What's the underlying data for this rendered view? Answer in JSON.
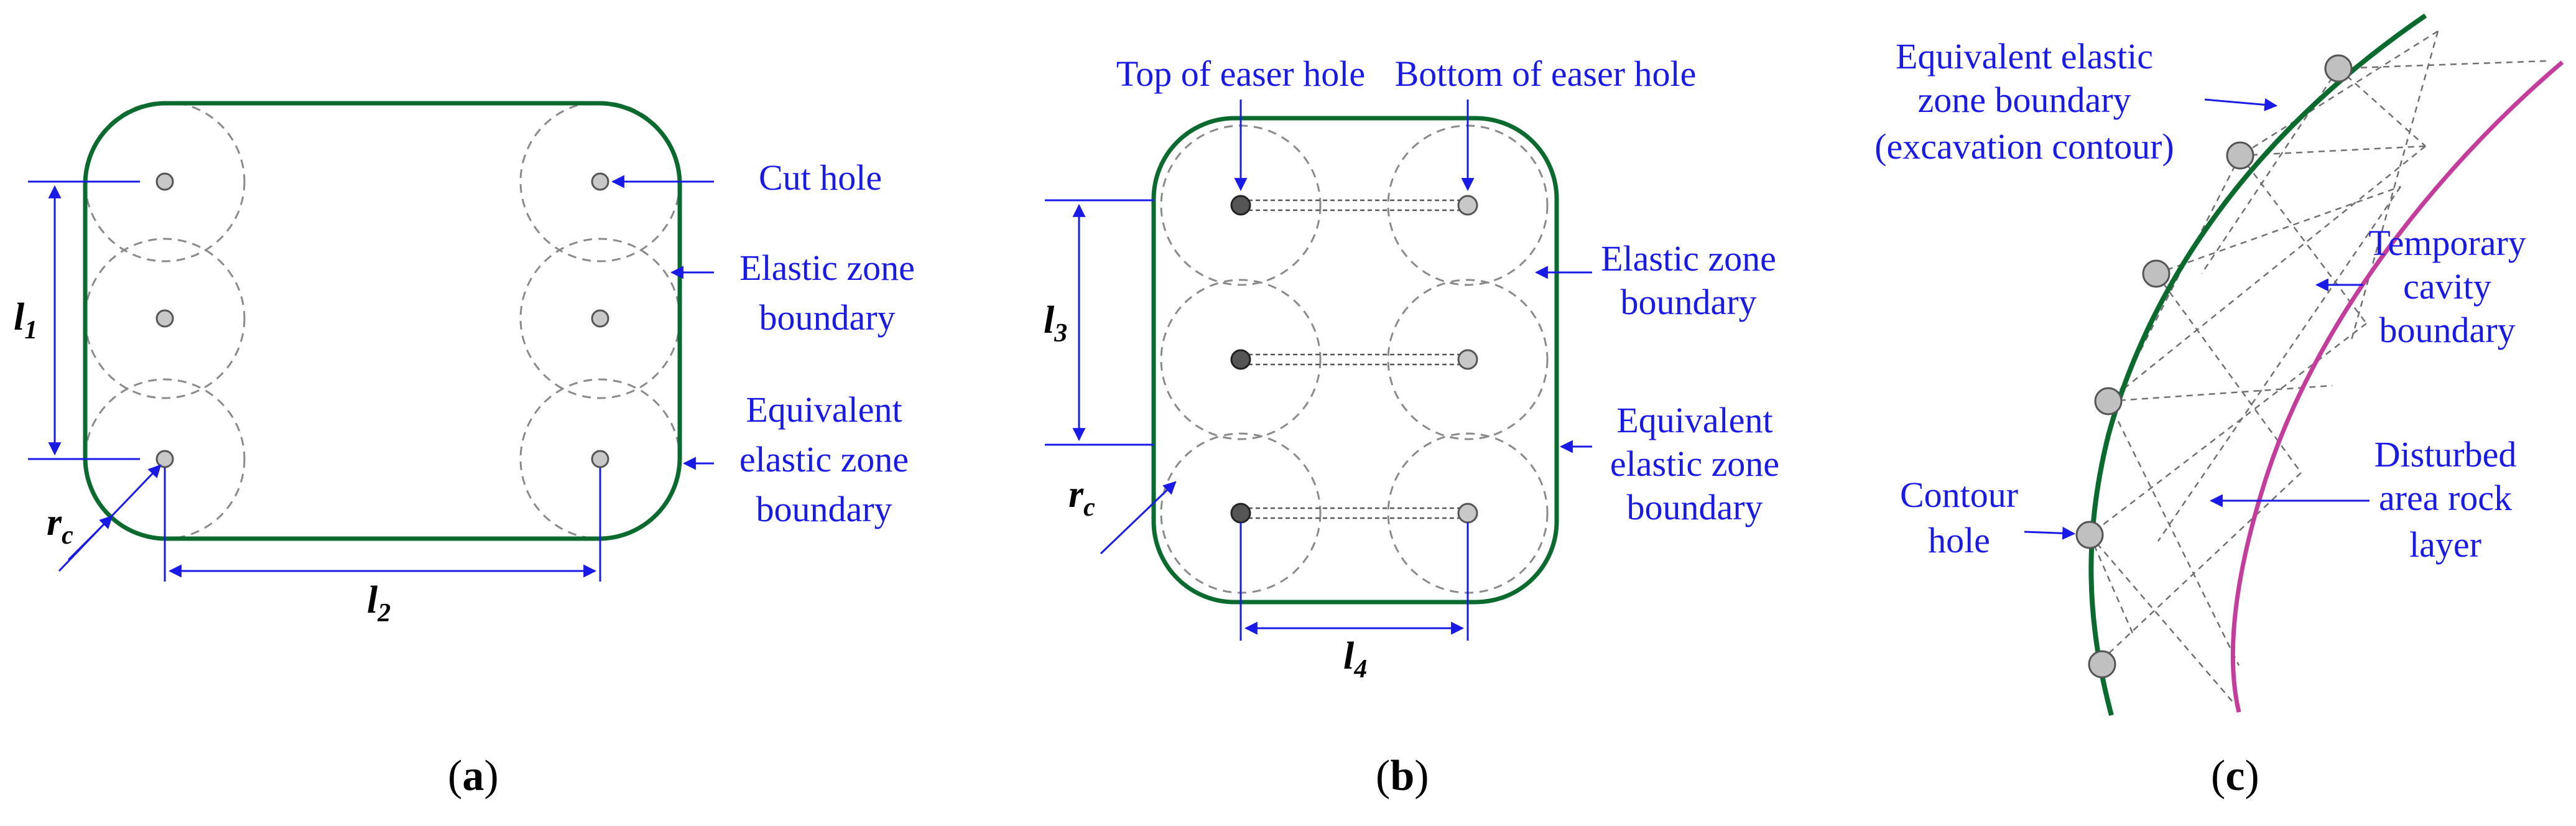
{
  "panel_a": {
    "caption_letter": "a",
    "labels": {
      "cut_hole": "Cut hole",
      "elastic_line1": "Elastic zone",
      "elastic_line2": "boundary",
      "equiv_line1": "Equivalent",
      "equiv_line2": "elastic zone",
      "equiv_line3": "boundary"
    },
    "dims": {
      "l1_main": "l",
      "l1_sub": "1",
      "l2_main": "l",
      "l2_sub": "2",
      "rc_main": "r",
      "rc_sub": "c"
    }
  },
  "panel_b": {
    "caption_letter": "b",
    "labels": {
      "top_easer": "Top of easer hole",
      "bottom_easer": "Bottom of easer hole",
      "elastic_line1": "Elastic zone",
      "elastic_line2": "boundary",
      "equiv_line1": "Equivalent",
      "equiv_line2": "elastic zone",
      "equiv_line3": "boundary"
    },
    "dims": {
      "l3_main": "l",
      "l3_sub": "3",
      "l4_main": "l",
      "l4_sub": "4",
      "rc_main": "r",
      "rc_sub": "c"
    }
  },
  "panel_c": {
    "caption_letter": "c",
    "labels": {
      "equiv_line1": "Equivalent elastic",
      "equiv_line2": "zone boundary",
      "equiv_line3": "(excavation contour)",
      "temp_line1": "Temporary",
      "temp_line2": "cavity",
      "temp_line3": "boundary",
      "dist_line1": "Disturbed",
      "dist_line2": "area rock",
      "dist_line3": "layer",
      "contour_line1": "Contour",
      "contour_line2": "hole"
    }
  },
  "caption_paren_open": "(",
  "caption_paren_close": ")",
  "colors": {
    "boundary_green": "#0b6b2e",
    "label_blue": "#1a1ae6",
    "magenta": "#c43c9c",
    "hole_fill": "#c8c8c8",
    "dashed_gray": "#8a8a8a"
  }
}
